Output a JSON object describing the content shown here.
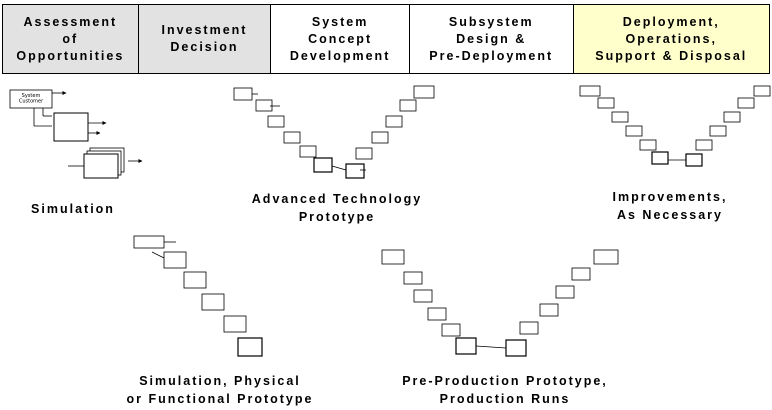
{
  "phases": [
    {
      "label": "Assessment\nof\nOpportunities",
      "fill": "#e2e2e2"
    },
    {
      "label": "Investment\nDecision",
      "fill": "#e2e2e2"
    },
    {
      "label": "System\nConcept\nDevelopment",
      "fill": "#ffffff"
    },
    {
      "label": "Subsystem\nDesign &\nPre-Deployment",
      "fill": "#ffffff"
    },
    {
      "label": "Deployment,\nOperations,\nSupport & Disposal",
      "fill": "#ffffcc"
    }
  ],
  "captions": {
    "simulation": "Simulation",
    "advanced_technology_prototype": "Advanced Technology\nPrototype",
    "improvements": "Improvements,\nAs Necessary",
    "simulation_physical_functional": "Simulation, Physical\nor Functional Prototype",
    "pre_production": "Pre-Production Prototype,\nProduction Runs"
  },
  "box_labels": {
    "system_customer": "System\nCustomer"
  }
}
